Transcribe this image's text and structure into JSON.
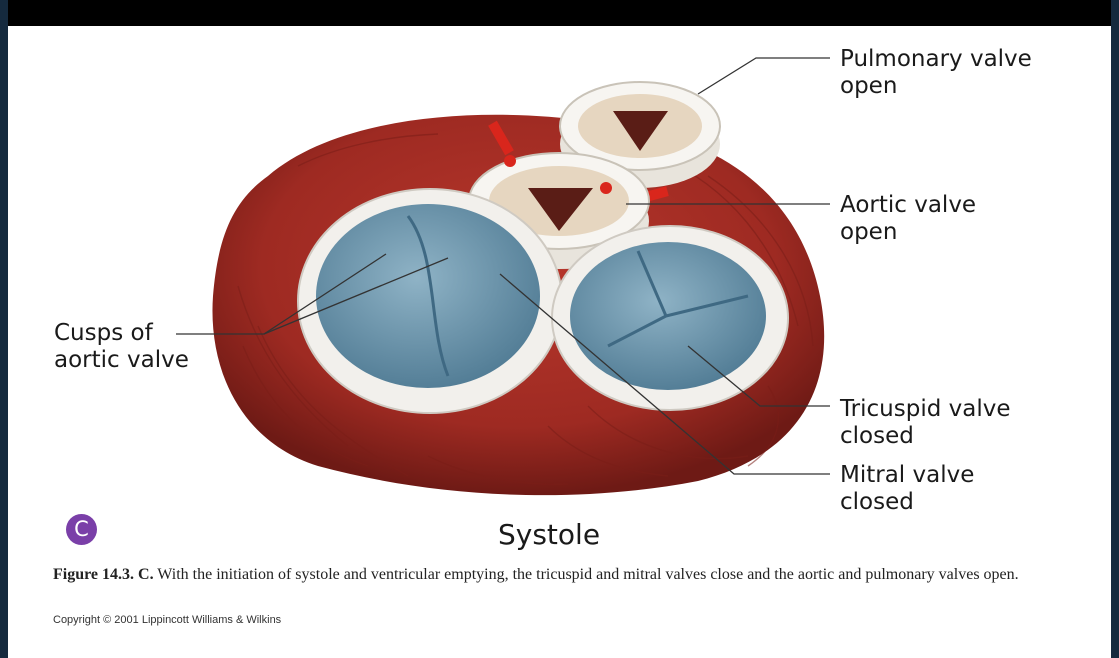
{
  "labels": {
    "pulmonary_valve": [
      "Pulmonary valve",
      "open"
    ],
    "aortic_valve": [
      "Aortic valve",
      "open"
    ],
    "cusps": [
      "Cusps of",
      "aortic valve"
    ],
    "tricuspid_valve": [
      "Tricuspid valve",
      "closed"
    ],
    "mitral_valve": [
      "Mitral valve",
      "closed"
    ]
  },
  "panel_badge": "C",
  "title": "Systole",
  "caption": {
    "figure_ref": "Figure 14.3. C.",
    "text": " With the initiation of systole and ventricular emptying, the tricuspid and mitral valves close and the aortic and pulmonary valves open."
  },
  "copyright": "Copyright © 2001 Lippincott Williams & Wilkins",
  "colors": {
    "muscle": "#9e2a22",
    "valve_closed": "#5f8aa2",
    "valve_ring": "#f2f0ec",
    "valve_open_cusp": "#e6d6c0",
    "badge": "#7a3fa8"
  }
}
